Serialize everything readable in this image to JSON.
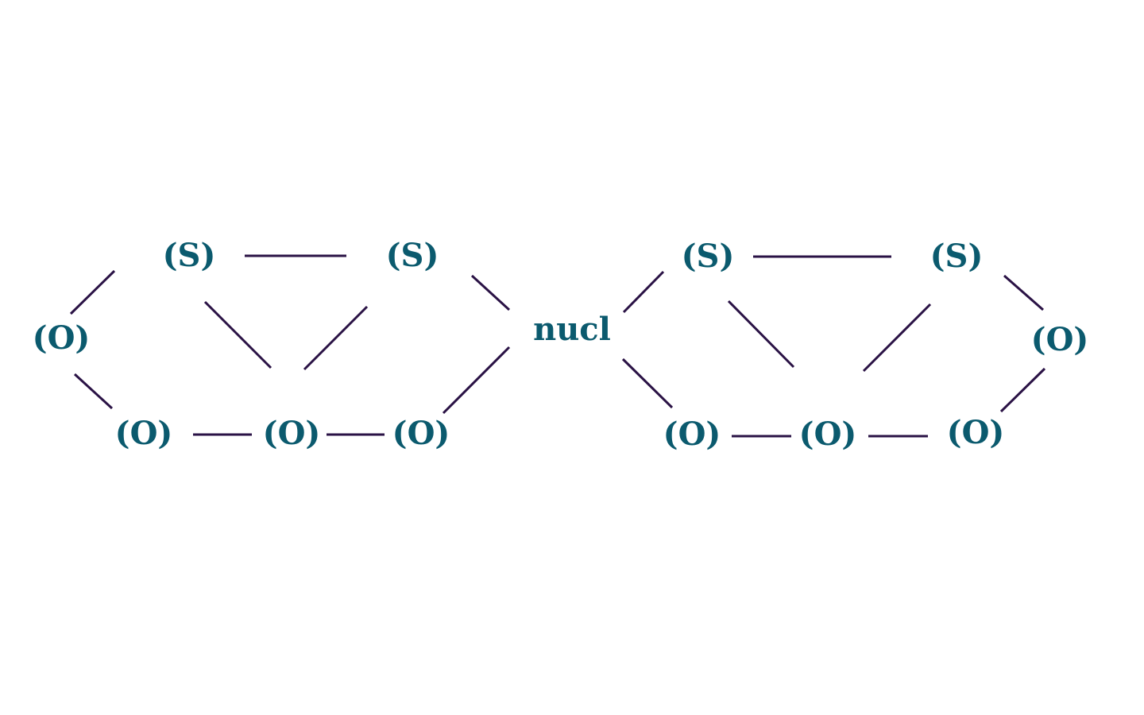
{
  "nodes": [
    {
      "id": "n1",
      "label": "(S)"
    },
    {
      "id": "n2",
      "label": "(S)"
    },
    {
      "id": "n3",
      "label": "(O)"
    },
    {
      "id": "n4",
      "label": "(O)"
    },
    {
      "id": "n5",
      "label": "(O)"
    },
    {
      "id": "n6",
      "label": "(O)"
    },
    {
      "id": "n7",
      "label": "nucl"
    },
    {
      "id": "n8",
      "label": "(S)"
    },
    {
      "id": "n9",
      "label": "(S)"
    },
    {
      "id": "n10",
      "label": "(O)"
    },
    {
      "id": "n11",
      "label": "(O)"
    },
    {
      "id": "n12",
      "label": "(O)"
    },
    {
      "id": "n13",
      "label": "(O)"
    }
  ],
  "edges": [
    {
      "from": "n1",
      "to": "n2"
    },
    {
      "from": "n1",
      "to": "n3"
    },
    {
      "from": "n1",
      "to": "n5"
    },
    {
      "from": "n2",
      "to": "n5"
    },
    {
      "from": "n2",
      "to": "n7"
    },
    {
      "from": "n3",
      "to": "n4"
    },
    {
      "from": "n4",
      "to": "n5"
    },
    {
      "from": "n5",
      "to": "n6"
    },
    {
      "from": "n6",
      "to": "n7"
    },
    {
      "from": "n7",
      "to": "n8"
    },
    {
      "from": "n7",
      "to": "n10"
    },
    {
      "from": "n8",
      "to": "n9"
    },
    {
      "from": "n8",
      "to": "n11"
    },
    {
      "from": "n9",
      "to": "n11"
    },
    {
      "from": "n9",
      "to": "n13"
    },
    {
      "from": "n10",
      "to": "n11"
    },
    {
      "from": "n11",
      "to": "n12"
    },
    {
      "from": "n12",
      "to": "n13"
    }
  ]
}
